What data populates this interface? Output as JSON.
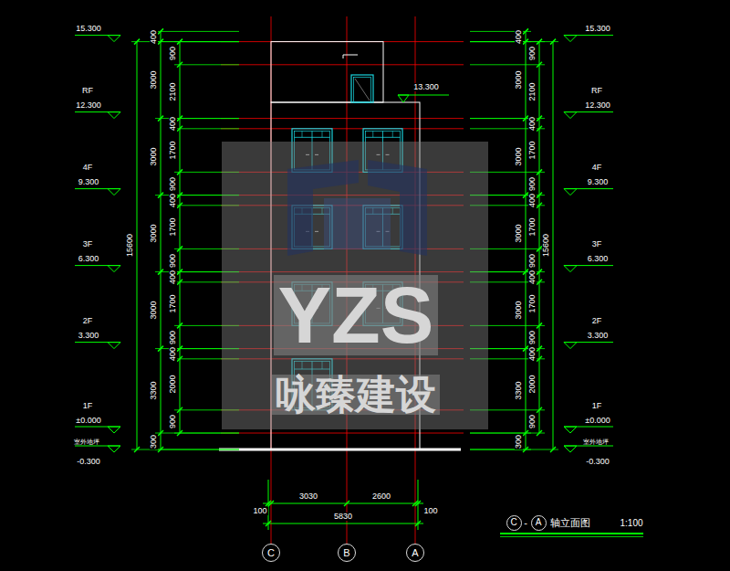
{
  "diagram": {
    "nodes": [
      {
        "text": [
          "C"
        ]
      },
      {
        "text": [
          "A"
        ]
      },
      {
        "text": [
          "C"
        ]
      },
      {
        "text": [
          "B"
        ]
      },
      {
        "text": [
          "A"
        ]
      }
    ],
    "labels": [
      "15.300",
      "RF",
      "12.300",
      "4F",
      "9.300",
      "3F",
      "6.300",
      "2F",
      "3.300",
      "1F",
      "±0.000",
      "室外地坪",
      "-0.300",
      "400",
      "3000",
      "3000",
      "3000",
      "3000",
      "3300",
      "300",
      "15600",
      "900",
      "2100",
      "400",
      "1700",
      "900",
      "400",
      "1700",
      "900",
      "400",
      "1700",
      "900",
      "400",
      "2000",
      "900",
      "15.300",
      "RF",
      "12.300",
      "4F",
      "9.300",
      "3F",
      "6.300",
      "2F",
      "3.300",
      "1F",
      "±0.000",
      "室外地坪",
      "-0.300",
      "400",
      "3000",
      "3000",
      "3000",
      "3000",
      "3300",
      "300",
      "15600",
      "900",
      "2100",
      "400",
      "1700",
      "900",
      "400",
      "1700",
      "900",
      "400",
      "1700",
      "900",
      "400",
      "2000",
      "900",
      "13.300",
      "3030",
      "2600",
      "100",
      "100",
      "5830",
      "-",
      "轴立面图",
      "1:100",
      "YZS",
      "咏臻建设"
    ]
  }
}
